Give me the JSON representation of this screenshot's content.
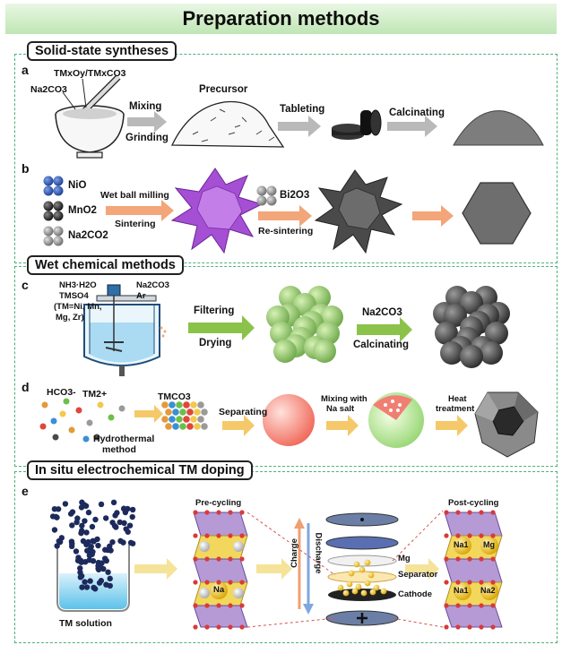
{
  "header": {
    "title": "Preparation methods"
  },
  "sections": {
    "solid_state": "Solid-state syntheses",
    "wet_chemical": "Wet chemical methods",
    "in_situ": "In situ electrochemical TM doping"
  },
  "panel_a": {
    "letter": "a",
    "reagent_top": "TMxOy/TMxCO3",
    "reagent_left": "Na2CO3",
    "step1_top": "Mixing",
    "step1_bottom": "Grinding",
    "precursor": "Precursor",
    "step2": "Tableting",
    "step3": "Calcinating"
  },
  "panel_b": {
    "letter": "b",
    "reagents": [
      "NiO",
      "MnO2",
      "Na2CO2"
    ],
    "step1_top": "Wet ball milling",
    "step1_bottom": "Sintering",
    "additive": "Bi2O3",
    "step2": "Re-sintering"
  },
  "panel_c": {
    "letter": "c",
    "reagents": [
      "NH3·H2O",
      "TMSO4",
      "(TM=Ni, Mn,",
      "Mg, Zr)"
    ],
    "reagents_right": [
      "Na2CO3",
      "Ar"
    ],
    "step1_top": "Filtering",
    "step1_bottom": "Drying",
    "step2_top": "Na2CO3",
    "step2_bottom": "Calcinating"
  },
  "panel_d": {
    "letter": "d",
    "ion1": "HCO3-",
    "ion2": "TM2+",
    "method": [
      "Hydrothermal",
      "method"
    ],
    "product": "TMCO3",
    "step1": "Separating",
    "step2": [
      "Mixing with",
      "Na salt"
    ],
    "step3": [
      "Heat",
      "treatment"
    ]
  },
  "panel_e": {
    "letter": "e",
    "solution": "TM solution",
    "pre": "Pre-cycling",
    "post": "Post-cycling",
    "charge": "Charge",
    "discharge": "Discharge",
    "mg": "Mg",
    "separator": "Separator",
    "cathode": "Cathode",
    "na": "Na",
    "na1": "Na1",
    "na2": "Na2",
    "mg_site": "Mg"
  },
  "colors": {
    "header_green": "#bfe6b4",
    "dashed_green": "#4fb07c",
    "arrow_gray": "#b9b9b9",
    "arrow_orange": "#f2a679",
    "arrow_green": "#8bc34a",
    "arrow_yellow": "#f5c96a",
    "layer_yellow": "#f2d75c",
    "layer_purple": "#b59ad6"
  }
}
